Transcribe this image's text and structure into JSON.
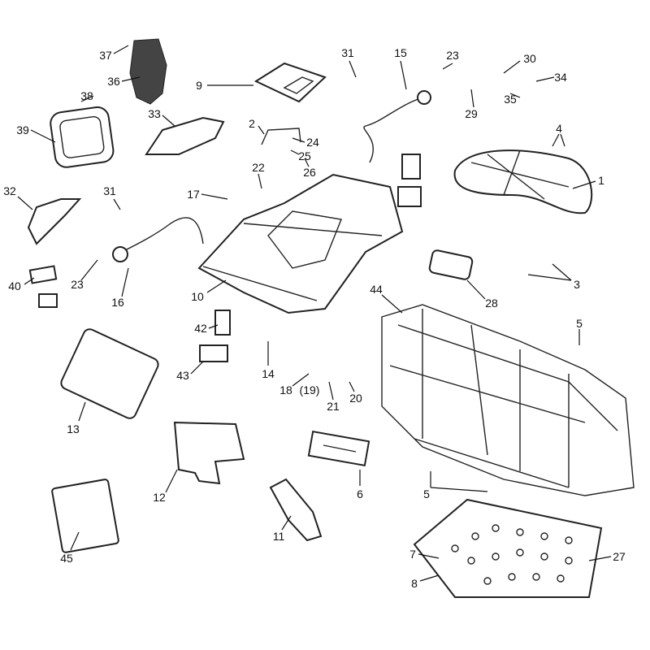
{
  "diagram": {
    "type": "exploded-parts-diagram",
    "callouts": [
      "37",
      "36",
      "38",
      "39",
      "33",
      "9",
      "31",
      "15",
      "23",
      "30",
      "34",
      "35",
      "29",
      "2",
      "24",
      "25",
      "26",
      "22",
      "17",
      "4",
      "1",
      "32",
      "31",
      "40",
      "23",
      "16",
      "10",
      "44",
      "28",
      "3",
      "5",
      "42",
      "43",
      "14",
      "18",
      "(19)",
      "21",
      "20",
      "13",
      "12",
      "6",
      "5",
      "11",
      "45",
      "7",
      "8",
      "27"
    ]
  }
}
